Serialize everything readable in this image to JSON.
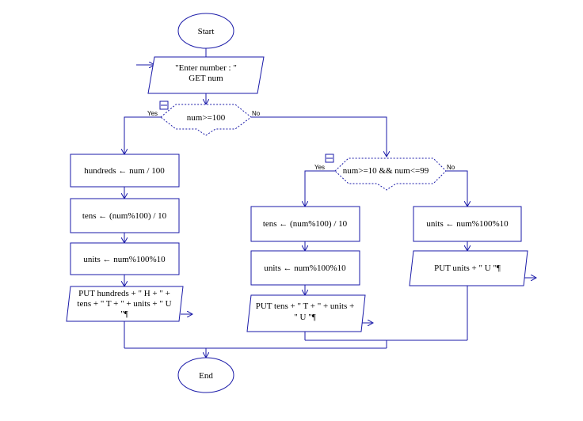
{
  "colors": {
    "stroke": "#1a1aa8",
    "background": "#ffffff",
    "text": "#000000"
  },
  "start": {
    "label": "Start"
  },
  "end": {
    "label": "End"
  },
  "input": {
    "line1": "\"Enter number : \"",
    "line2": "GET num"
  },
  "decision1": {
    "condition": "num>=100",
    "yes": "Yes",
    "no": "No"
  },
  "decision2": {
    "condition": "num>=10 && num<=99",
    "yes": "Yes",
    "no": "No"
  },
  "left_branch": {
    "assign_hundreds": "hundreds ← num / 100",
    "assign_tens": "tens ← (num%100) / 10",
    "assign_units": "units ← num%100%10",
    "output_line1": "PUT hundreds + \" H + \" +",
    "output_line2": "tens + \" T + \" + units + \" U",
    "output_line3": "\"¶"
  },
  "middle_branch": {
    "assign_tens": "tens ← (num%100) / 10",
    "assign_units": "units ← num%100%10",
    "output_line1": "PUT tens + \" T + \" + units +",
    "output_line2": "\" U \"¶"
  },
  "right_branch": {
    "assign_units": "units ← num%100%10",
    "output": "PUT units + \" U \"¶"
  }
}
